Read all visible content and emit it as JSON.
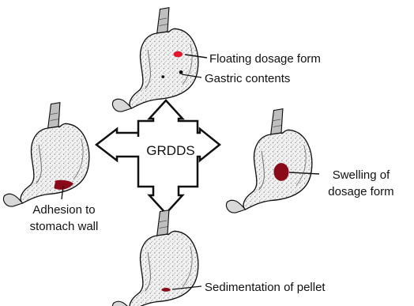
{
  "diagram": {
    "center_label": "GRDDS",
    "top": {
      "label_1": "Floating dosage form",
      "label_2": "Gastric contents"
    },
    "left": {
      "line_1": "Adhesion to",
      "line_2": "stomach wall"
    },
    "right": {
      "line_1": "Swelling of",
      "line_2": "dosage form"
    },
    "bottom": {
      "label": "Sedimentation of pellet"
    }
  },
  "colors": {
    "dosage_form": "#8b0a1a",
    "floating_dot": "#e0182d",
    "outline": "#111111",
    "stomach_fill": "#efefef"
  }
}
